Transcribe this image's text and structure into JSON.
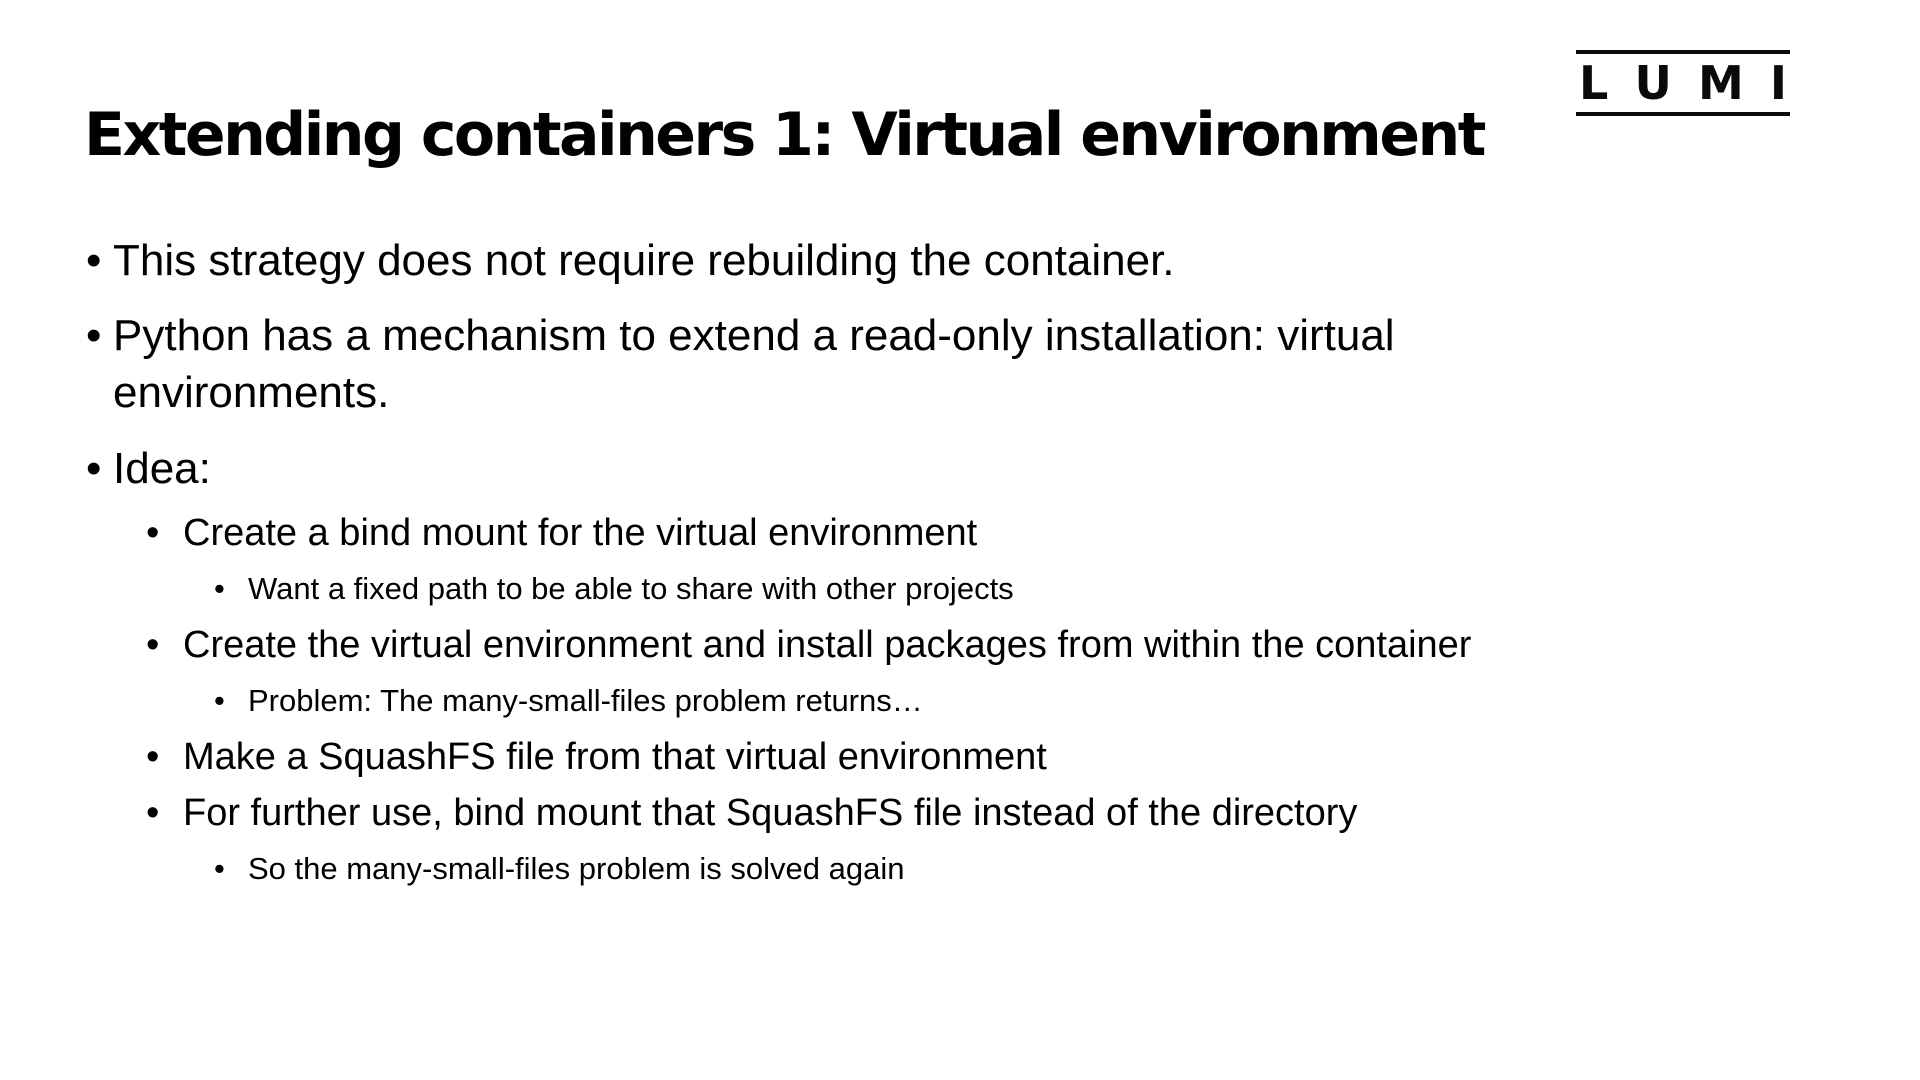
{
  "slide": {
    "title": "Extending containers 1: Virtual environment",
    "bullet_char": "•",
    "logo": {
      "letters": [
        "L",
        "U",
        "M",
        "I"
      ]
    },
    "items": [
      {
        "level": 1,
        "text": "This strategy does not require rebuilding the container."
      },
      {
        "level": 1,
        "text": "Python has a mechanism to extend a read-only installation: virtual\nenvironments."
      },
      {
        "level": 1,
        "text": "Idea:"
      },
      {
        "level": 2,
        "text": "Create a bind mount for the virtual environment"
      },
      {
        "level": 3,
        "text": "Want a fixed path to be able to share with other projects"
      },
      {
        "level": 2,
        "text": "Create the virtual environment and install packages from within the container"
      },
      {
        "level": 3,
        "text": "Problem: The many-small-files problem returns…"
      },
      {
        "level": 2,
        "text": "Make a SquashFS file from that virtual environment"
      },
      {
        "level": 2,
        "text": "For further use, bind mount that SquashFS file instead of the directory"
      },
      {
        "level": 3,
        "text": "So the many-small-files problem is solved again"
      }
    ]
  }
}
